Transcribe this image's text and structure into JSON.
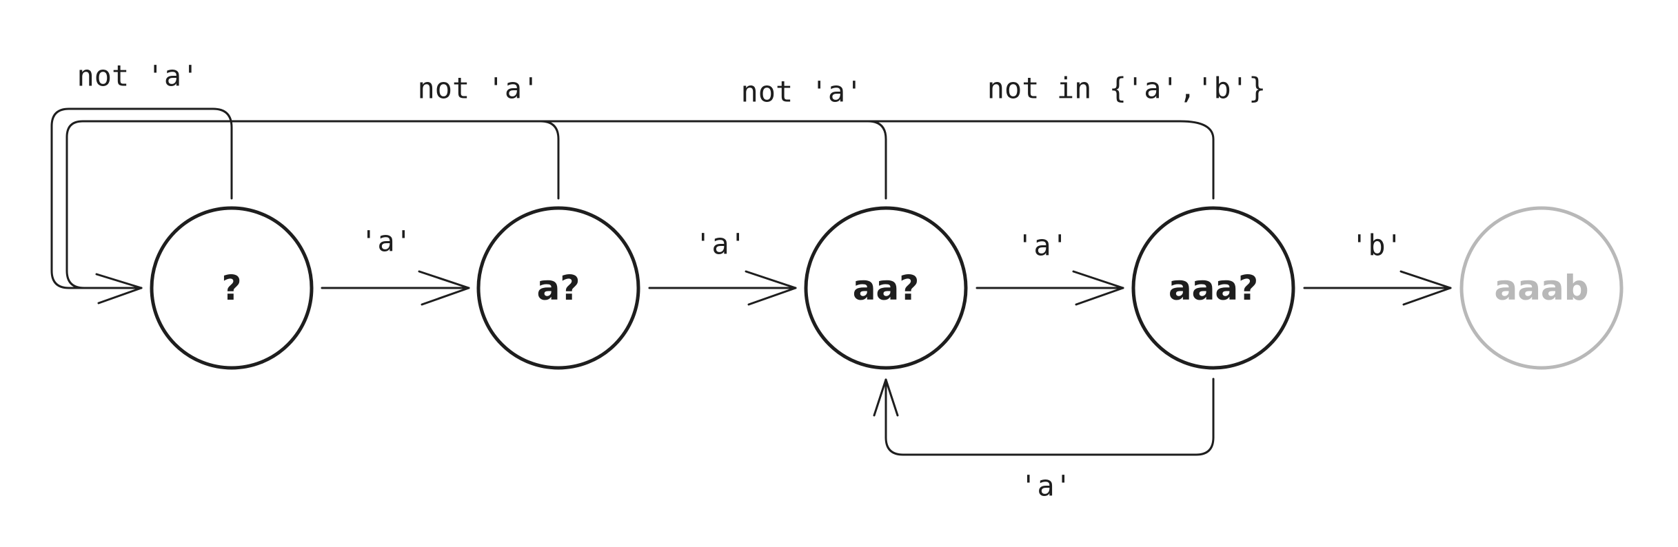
{
  "colors": {
    "ink": "#1e1e1e",
    "final_state": "#b8b8b8",
    "background": "#ffffff"
  },
  "states": [
    {
      "label": "?",
      "final": false
    },
    {
      "label": "a?",
      "final": false
    },
    {
      "label": "aa?",
      "final": false
    },
    {
      "label": "aaa?",
      "final": false
    },
    {
      "label": "aaab",
      "final": true
    }
  ],
  "transitions": {
    "forward": [
      {
        "from": "?",
        "to": "a?",
        "label": "'a'"
      },
      {
        "from": "a?",
        "to": "aa?",
        "label": "'a'"
      },
      {
        "from": "aa?",
        "to": "aaa?",
        "label": "'a'"
      },
      {
        "from": "aaa?",
        "to": "aaab",
        "label": "'b'"
      }
    ],
    "reset": [
      {
        "from": "?",
        "to": "?",
        "label": "not 'a'"
      },
      {
        "from": "a?",
        "to": "?",
        "label": "not 'a'"
      },
      {
        "from": "aa?",
        "to": "?",
        "label": "not 'a'"
      },
      {
        "from": "aaa?",
        "to": "?",
        "label": "not in {'a','b'}"
      }
    ],
    "loop_back": {
      "from": "aaa?",
      "to": "aa?",
      "label": "'a'"
    }
  }
}
